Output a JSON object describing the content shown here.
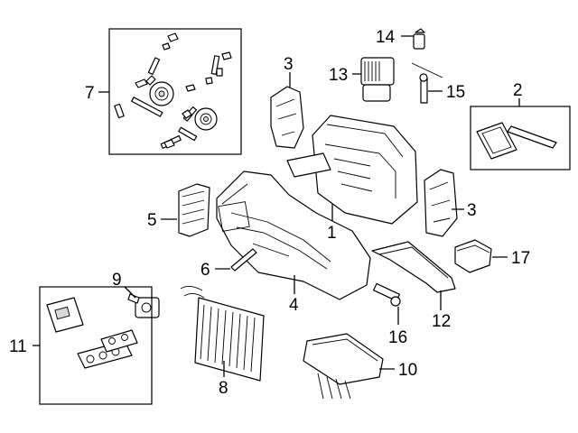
{
  "callouts": {
    "c1": "1",
    "c2": "2",
    "c3a": "3",
    "c3b": "3",
    "c4": "4",
    "c5": "5",
    "c6": "6",
    "c7": "7",
    "c8": "8",
    "c9": "9",
    "c10": "10",
    "c11": "11",
    "c12": "12",
    "c13": "13",
    "c14": "14",
    "c15": "15",
    "c16": "16",
    "c17": "17"
  },
  "parts": [
    {
      "callout": "1",
      "icon": "heater-ac-housing-icon"
    },
    {
      "callout": "2",
      "icon": "cabin-filter-seal-icon"
    },
    {
      "callout": "3",
      "icon": "duct-housing-section-icon"
    },
    {
      "callout": "4",
      "icon": "lower-case-assembly-icon"
    },
    {
      "callout": "5",
      "icon": "cabin-air-filter-icon"
    },
    {
      "callout": "6",
      "icon": "bracket-icon"
    },
    {
      "callout": "7",
      "icon": "actuator-and-linkage-kit-icon"
    },
    {
      "callout": "8",
      "icon": "heater-core-icon"
    },
    {
      "callout": "9",
      "icon": "expansion-valve-icon"
    },
    {
      "callout": "10",
      "icon": "evaporator-core-icon"
    },
    {
      "callout": "11",
      "icon": "control-switch-panels-icon"
    },
    {
      "callout": "12",
      "icon": "air-duct-icon"
    },
    {
      "callout": "13",
      "icon": "blower-motor-icon"
    },
    {
      "callout": "14",
      "icon": "resistor-icon"
    },
    {
      "callout": "15",
      "icon": "sensor-icon"
    },
    {
      "callout": "16",
      "icon": "drain-tube-icon"
    },
    {
      "callout": "17",
      "icon": "actuator-module-icon"
    }
  ]
}
